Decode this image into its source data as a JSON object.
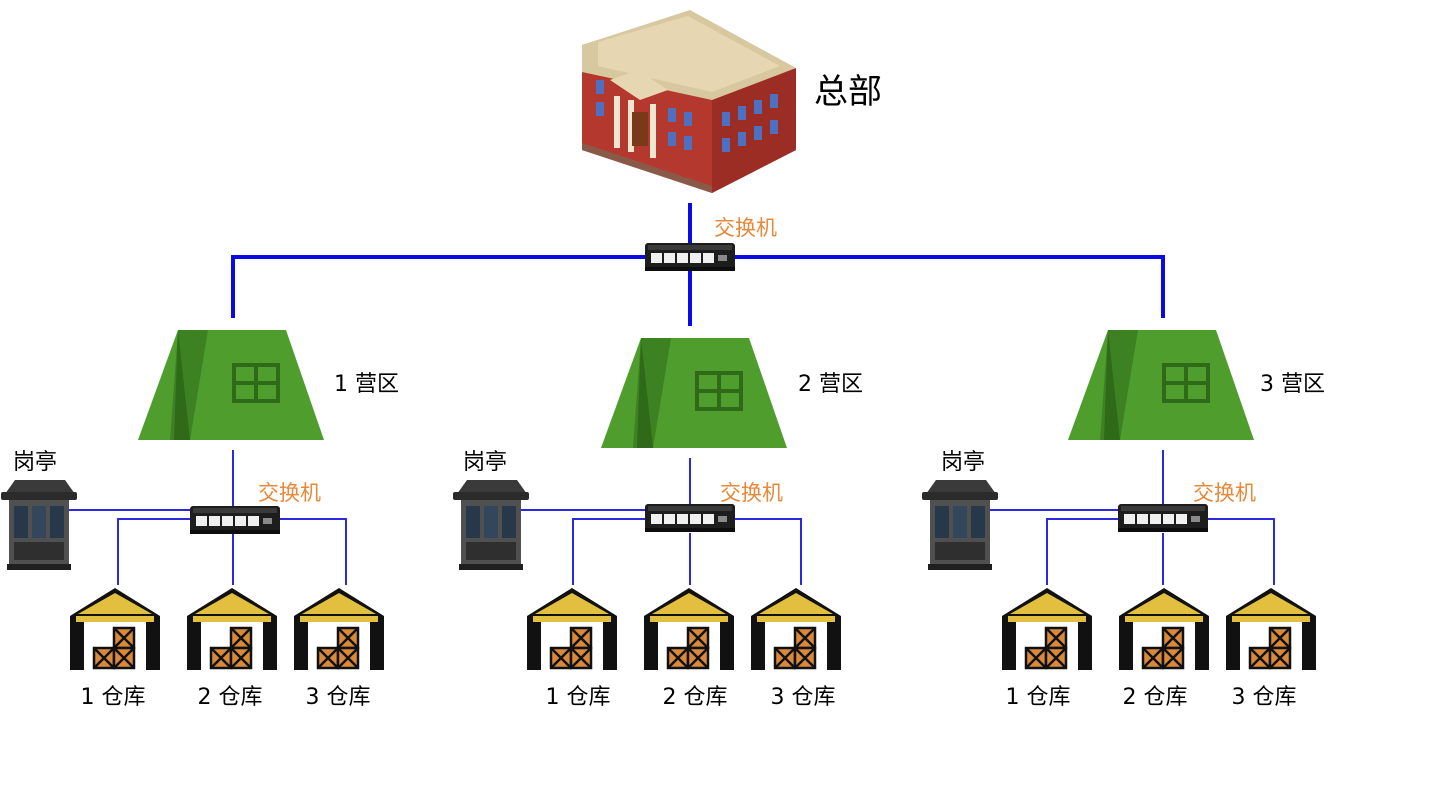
{
  "colors": {
    "trunk_line": "#0a0ae6",
    "branch_line": "#2a2ae0",
    "switch_label": "#e8893a",
    "tent_light": "#4f9d2d",
    "tent_dark": "#2e6a18",
    "warehouse_roof": "#e2bf3e",
    "warehouse_outline": "#111111",
    "crate": "#d88a3a"
  },
  "headquarters": {
    "label": "总部",
    "icon": "office-building-icon"
  },
  "core_switch": {
    "label": "交换机",
    "icon": "network-switch-icon"
  },
  "camps": [
    {
      "label": "1 营区",
      "switch_label": "交换机",
      "booth_label": "岗亭",
      "warehouses": [
        {
          "label": "1 仓库"
        },
        {
          "label": "2 仓库"
        },
        {
          "label": "3 仓库"
        }
      ]
    },
    {
      "label": "2 营区",
      "switch_label": "交换机",
      "booth_label": "岗亭",
      "warehouses": [
        {
          "label": "1 仓库"
        },
        {
          "label": "2 仓库"
        },
        {
          "label": "3 仓库"
        }
      ]
    },
    {
      "label": "3 营区",
      "switch_label": "交换机",
      "booth_label": "岗亭",
      "warehouses": [
        {
          "label": "1 仓库"
        },
        {
          "label": "2 仓库"
        },
        {
          "label": "3 仓库"
        }
      ]
    }
  ]
}
